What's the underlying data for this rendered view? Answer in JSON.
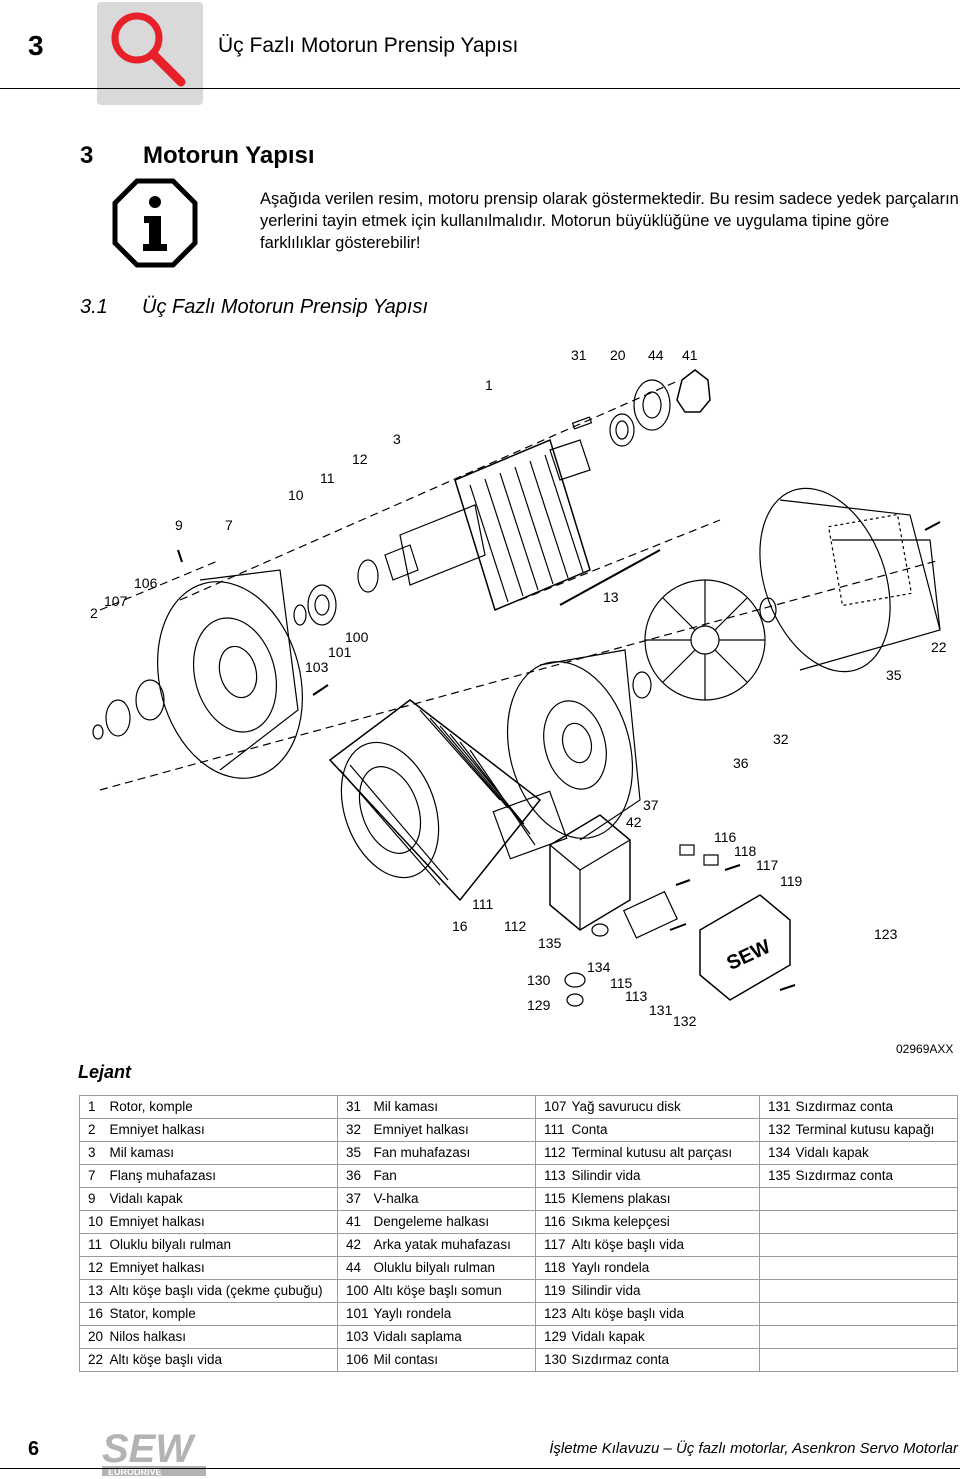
{
  "header": {
    "chapter_number": "3",
    "title": "Üç Fazlı Motorun Prensip Yapısı"
  },
  "section": {
    "number": "3",
    "title": "Motorun Yapısı"
  },
  "info_text": "Aşağıda verilen resim, motoru prensip olarak göstermektedir. Bu resim sadece yedek parçaların yerlerini tayin etmek için kullanılmalıdır. Motorun büyüklüğüne ve uygulama tipine göre farklılıklar gösterebilir!",
  "subsection": {
    "number": "3.1",
    "title": "Üç Fazlı Motorun Prensip Yapısı"
  },
  "diagram_labels": {
    "l1": "1",
    "l2": "2",
    "l3": "3",
    "l7": "7",
    "l9": "9",
    "l10": "10",
    "l11": "11",
    "l12": "12",
    "l13": "13",
    "l16": "16",
    "l20": "20",
    "l22": "22",
    "l31": "31",
    "l32": "32",
    "l35": "35",
    "l36": "36",
    "l37": "37",
    "l41": "41",
    "l42": "42",
    "l44": "44",
    "l100": "100",
    "l101": "101",
    "l103": "103",
    "l106": "106",
    "l107": "107",
    "l111": "111",
    "l112": "112",
    "l113": "113",
    "l115": "115",
    "l116": "116",
    "l117": "117",
    "l118": "118",
    "l119": "119",
    "l123": "123",
    "l129": "129",
    "l130": "130",
    "l131": "131",
    "l132": "132",
    "l134": "134",
    "l135": "135"
  },
  "figure_code": "02969AXX",
  "legend_title": "Lejant",
  "legend_rows": [
    [
      [
        "1",
        "Rotor, komple"
      ],
      [
        "31",
        "Mil kaması"
      ],
      [
        "107",
        "Yağ savurucu disk"
      ],
      [
        "131",
        "Sızdırmaz conta"
      ]
    ],
    [
      [
        "2",
        "Emniyet halkası"
      ],
      [
        "32",
        "Emniyet halkası"
      ],
      [
        "111",
        "Conta"
      ],
      [
        "132",
        "Terminal kutusu kapağı"
      ]
    ],
    [
      [
        "3",
        "Mil kaması"
      ],
      [
        "35",
        "Fan muhafazası"
      ],
      [
        "112",
        "Terminal kutusu alt parçası"
      ],
      [
        "134",
        "Vidalı kapak"
      ]
    ],
    [
      [
        "7",
        "Flanş muhafazası"
      ],
      [
        "36",
        "Fan"
      ],
      [
        "113",
        "Silindir vida"
      ],
      [
        "135",
        "Sızdırmaz conta"
      ]
    ],
    [
      [
        "9",
        "Vidalı kapak"
      ],
      [
        "37",
        "V-halka"
      ],
      [
        "115",
        "Klemens plakası"
      ],
      [
        "",
        ""
      ]
    ],
    [
      [
        "10",
        "Emniyet halkası"
      ],
      [
        "41",
        "Dengeleme halkası"
      ],
      [
        "116",
        "Sıkma kelepçesi"
      ],
      [
        "",
        ""
      ]
    ],
    [
      [
        "11",
        "Oluklu bilyalı rulman"
      ],
      [
        "42",
        "Arka yatak muhafazası"
      ],
      [
        "117",
        "Altı köşe başlı vida"
      ],
      [
        "",
        ""
      ]
    ],
    [
      [
        "12",
        "Emniyet halkası"
      ],
      [
        "44",
        "Oluklu bilyalı rulman"
      ],
      [
        "118",
        "Yaylı rondela"
      ],
      [
        "",
        ""
      ]
    ],
    [
      [
        "13",
        "Altı köşe başlı vida (çekme çubuğu)"
      ],
      [
        "100",
        "Altı köşe başlı somun"
      ],
      [
        "119",
        "Silindir vida"
      ],
      [
        "",
        ""
      ]
    ],
    [
      [
        "16",
        "Stator, komple"
      ],
      [
        "101",
        "Yaylı rondela"
      ],
      [
        "123",
        "Altı köşe başlı vida"
      ],
      [
        "",
        ""
      ]
    ],
    [
      [
        "20",
        "Nilos halkası"
      ],
      [
        "103",
        "Vidalı saplama"
      ],
      [
        "129",
        "Vidalı kapak"
      ],
      [
        "",
        ""
      ]
    ],
    [
      [
        "22",
        "Altı köşe başlı vida"
      ],
      [
        "106",
        "Mil contası"
      ],
      [
        "130",
        "Sızdırmaz conta"
      ],
      [
        "",
        ""
      ]
    ]
  ],
  "footer": {
    "page_number": "6",
    "text": "İşletme Kılavuzu – Üç fazlı motorlar, Asenkron Servo Motorlar",
    "logo_text": "SEW",
    "logo_subtext": "EURODRIVE"
  },
  "colors": {
    "header_box": "#d9d9d9",
    "magnifier": "#e8202a",
    "logo": "#b3b3b3"
  }
}
